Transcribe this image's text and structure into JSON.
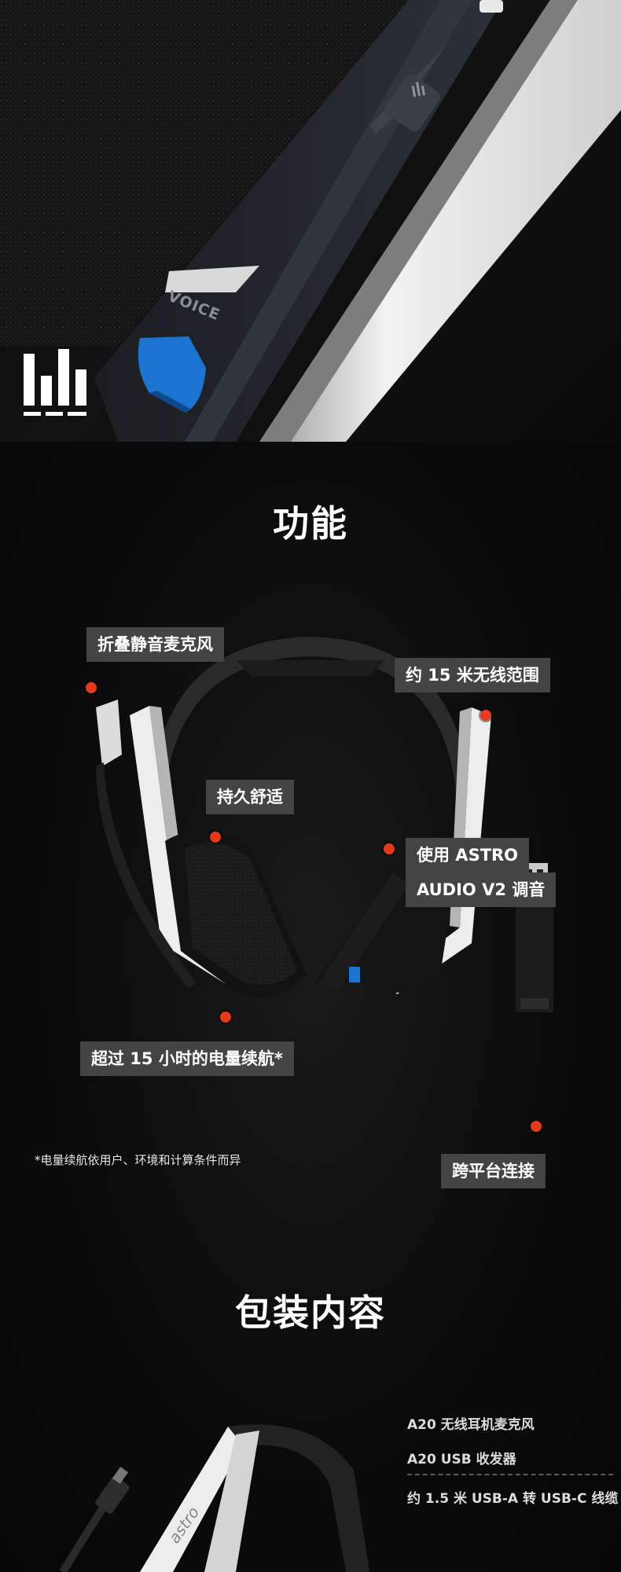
{
  "hero": {
    "voice_label": "VOICE",
    "accent": "#1d74d0"
  },
  "features": {
    "title": "功能",
    "callouts": {
      "mic": "折叠静音麦克风",
      "range": "约 15 米无线范围",
      "comfort": "持久舒适",
      "astro_line1": "使用 ASTRO",
      "astro_line2": "AUDIO V2 调音",
      "battery": "超过 15 小时的电量续航*",
      "platform": "跨平台连接"
    },
    "footnote": "*电量续航依用户、环境和计算条件而异",
    "dot_color": "#e63a1c"
  },
  "package": {
    "title": "包装内容",
    "items": [
      "A20 无线耳机麦克风",
      "A20 USB 收发器",
      "约 1.5 米 USB-A 转 USB-C 线缆"
    ],
    "brand_text": "astro"
  }
}
